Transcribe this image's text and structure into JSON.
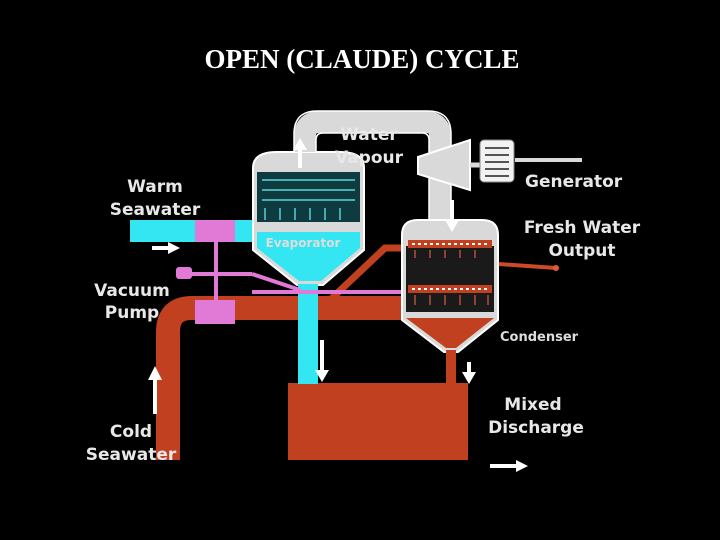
{
  "title": "OPEN (CLAUDE) CYCLE",
  "labels": {
    "water_vapour_1": "Water",
    "water_vapour_2": "Vapour",
    "generator": "Generator",
    "warm_seawater_1": "Warm",
    "warm_seawater_2": "Seawater",
    "evaporator": "Evaporator",
    "fresh_water_1": "Fresh Water",
    "fresh_water_2": "Output",
    "vacuum_pump_1": "Vacuum",
    "vacuum_pump_2": "Pump",
    "condenser": "Condenser",
    "cold_seawater_1": "Cold",
    "cold_seawater_2": "Seawater",
    "mixed_discharge_1": "Mixed",
    "mixed_discharge_2": "Discharge"
  },
  "colors": {
    "background": "#000000",
    "warm_water": "#33e6f2",
    "cold_water": "#c0401f",
    "vacuum_line": "#e07ad6",
    "vessel_gray": "#d9d9d9",
    "vessel_outline": "#ffffff",
    "fresh_water_line": "#cc4a2a",
    "arrow": "#ffffff"
  }
}
